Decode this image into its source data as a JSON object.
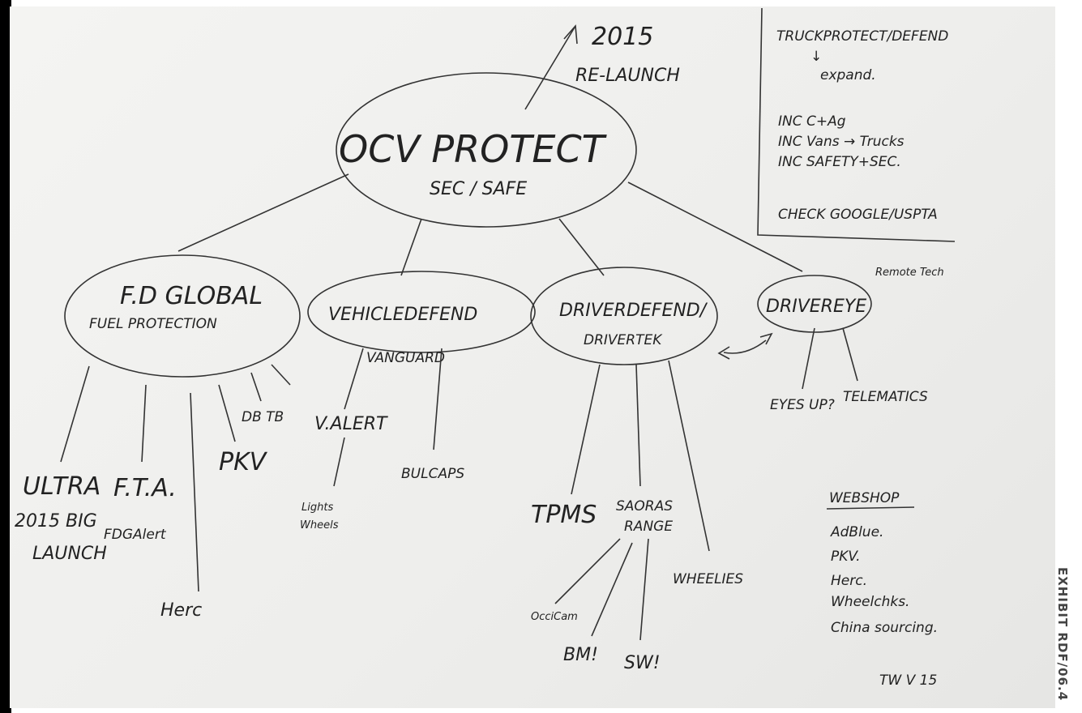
{
  "center": {
    "title": "OCV PROTECT",
    "subtitle": "SEC / SAFE"
  },
  "relaunch": {
    "year": "2015",
    "label": "RE-LAUNCH"
  },
  "nodes": {
    "fd_global": {
      "title": "F.D GLOBAL",
      "subtitle": "FUEL PROTECTION"
    },
    "vehicle_defend": {
      "title": "VEHICLEDEFEND",
      "scribble": "VANGUARD"
    },
    "driver_defend": {
      "title": "DRIVERDEFEND/",
      "subtitle": "DRIVERTEK"
    },
    "driver_eye": {
      "title": "DRIVEREYE",
      "note": "Remote Tech"
    }
  },
  "leaves": {
    "ultra": [
      "ULTRA",
      "2015 BIG",
      "LAUNCH"
    ],
    "fta": [
      "F.T.A.",
      "FDGAlert"
    ],
    "herc": "Herc",
    "pkv": "PKV",
    "db_tb": "DB TB",
    "v_alert": "V.ALERT",
    "lights_wheels": [
      "Lights",
      "Wheels"
    ],
    "bulcaps": "BULCAPS",
    "tpms": "TPMS",
    "saoras": [
      "SAORAS",
      "RANGE"
    ],
    "wheelies": "WHEELIES",
    "occicam": "OcciCam",
    "bm": "BM!",
    "sw": "SW!",
    "eyes": "EYES UP?",
    "telematics": "TELEMATICS"
  },
  "notes_box": {
    "lines": [
      "TRUCKPROTECT/DEFEND",
      "↓",
      "expand.",
      "INC C+Ag",
      "INC Vans → Trucks",
      "INC SAFETY+SEC.",
      "CHECK GOOGLE/USPTA"
    ]
  },
  "webshop": {
    "heading": "WEBSHOP",
    "items": [
      "AdBlue.",
      "PKV.",
      "Herc.",
      "Wheelchks.",
      "China sourcing."
    ]
  },
  "signature": "TW V 15",
  "exhibit": "EXHIBIT RDF/06.4"
}
